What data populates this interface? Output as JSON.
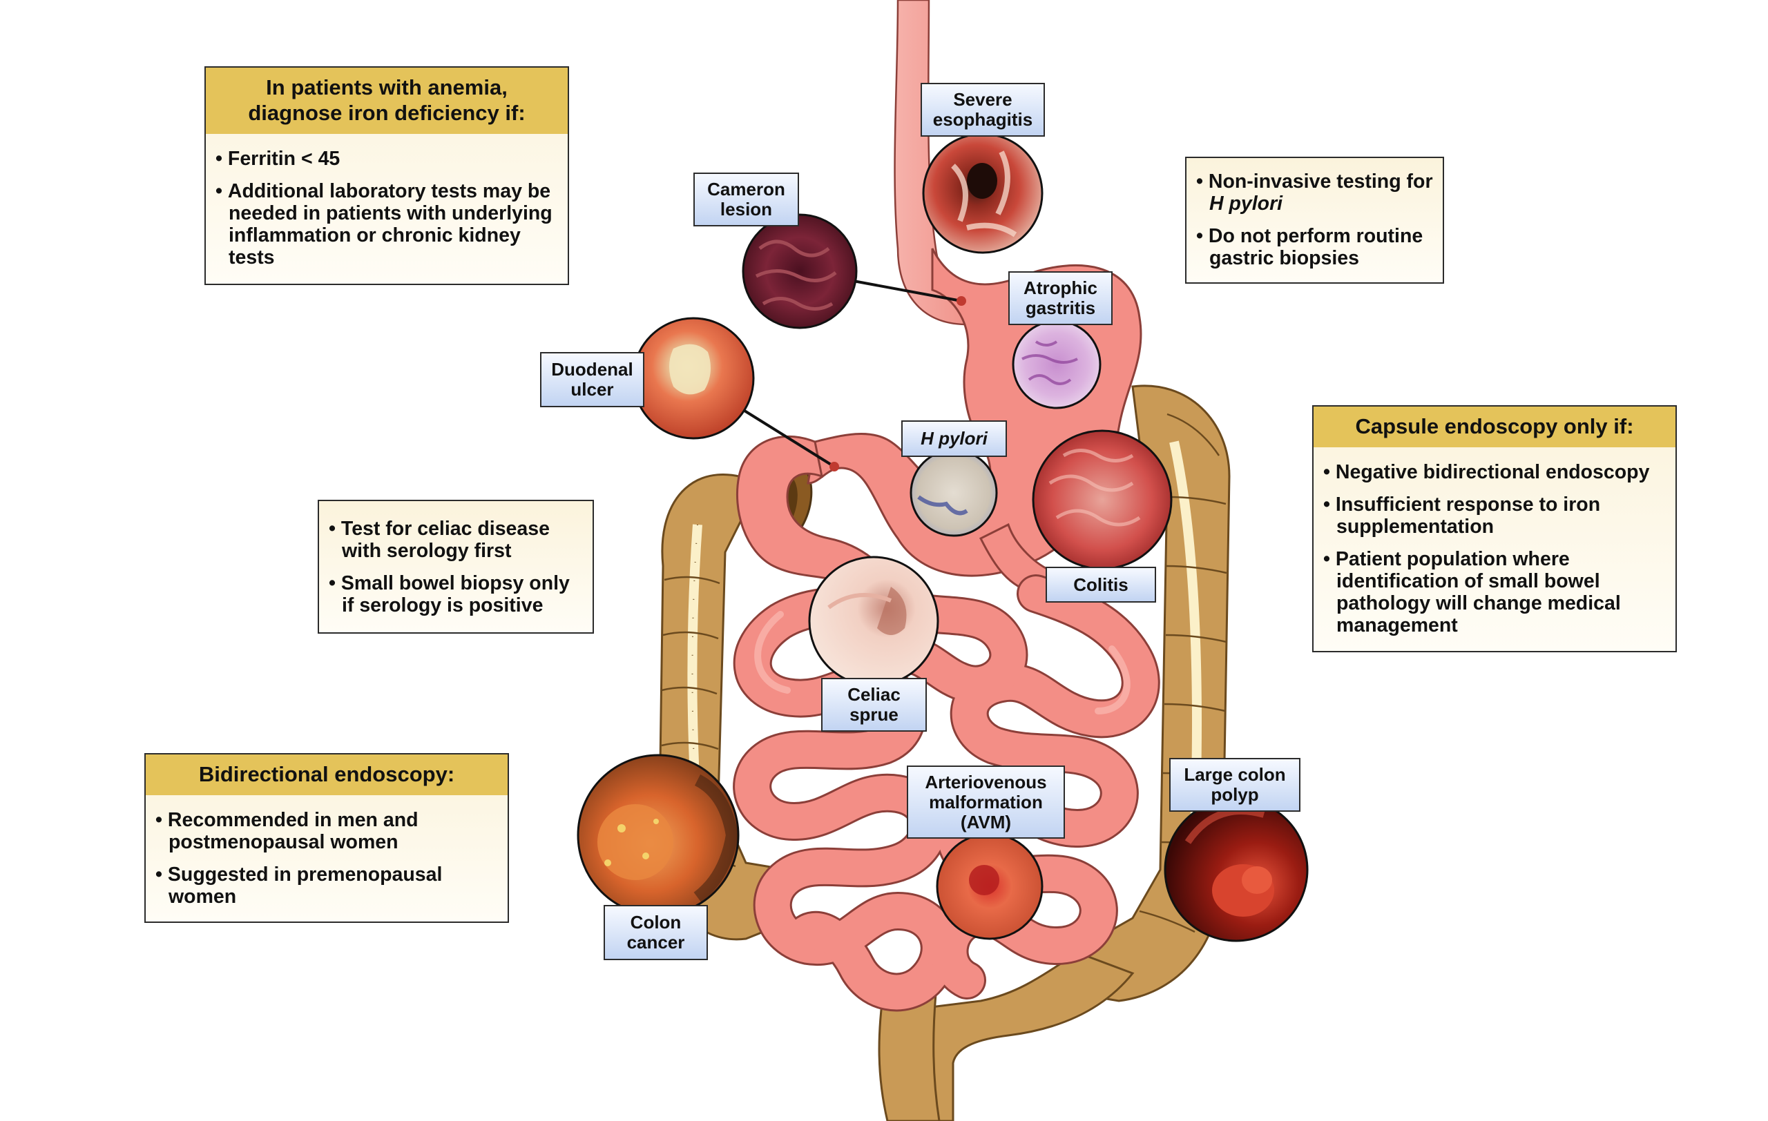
{
  "boxes": {
    "anemia": {
      "title_line1": "In patients with anemia,",
      "title_line2": "diagnose iron deficiency if:",
      "items": [
        "Ferritin < 45",
        "Additional laboratory tests may be needed in patients with underlying inflammation or chronic kidney tests"
      ]
    },
    "hpylori_testing": {
      "item1_pre": "Non-invasive testing for ",
      "item1_em": "H pylori",
      "item2": "Do not perform routine gastric biopsies"
    },
    "celiac": {
      "items": [
        "Test for celiac disease with serology first",
        "Small bowel biopsy only if serology is positive"
      ]
    },
    "bidirectional": {
      "title": "Bidirectional endoscopy:",
      "items": [
        "Recommended in men and postmenopausal women",
        "Suggested in premenopausal women"
      ]
    },
    "capsule": {
      "title": "Capsule endoscopy only if:",
      "items": [
        "Negative bidirectional endoscopy",
        "Insufficient response to iron supplementation",
        "Patient population where identification of small bowel pathology will change medical management"
      ]
    }
  },
  "labels": {
    "severe_esophagitis": [
      "Severe",
      "esophagitis"
    ],
    "cameron_lesion": [
      "Cameron",
      "lesion"
    ],
    "atrophic_gastritis": [
      "Atrophic",
      "gastritis"
    ],
    "duodenal_ulcer": [
      "Duodenal",
      "ulcer"
    ],
    "h_pylori": [
      "H pylori"
    ],
    "colitis": [
      "Colitis"
    ],
    "celiac_sprue": [
      "Celiac",
      "sprue"
    ],
    "avm": [
      "Arteriovenous",
      "malformation",
      "(AVM)"
    ],
    "large_colon_polyp": [
      "Large colon",
      "polyp"
    ],
    "colon_cancer": [
      "Colon",
      "cancer"
    ]
  },
  "colors": {
    "gut_pink": "#f38e86",
    "gut_outline": "#8c3f39",
    "colon_tan": "#c99a56",
    "colon_band": "#fbf0c9",
    "header_gold": "#e4c35a",
    "label_blue": "#c2d4f2"
  },
  "images": [
    {
      "name": "severe-esophagitis-endoscopy-image",
      "kind": "esophagitis"
    },
    {
      "name": "cameron-lesion-endoscopy-image",
      "kind": "cameron"
    },
    {
      "name": "atrophic-gastritis-histology-image",
      "kind": "histology"
    },
    {
      "name": "duodenal-ulcer-endoscopy-image",
      "kind": "ulcer"
    },
    {
      "name": "h-pylori-histology-image",
      "kind": "hpylori"
    },
    {
      "name": "colitis-endoscopy-image",
      "kind": "colitis"
    },
    {
      "name": "celiac-sprue-endoscopy-image",
      "kind": "celiac"
    },
    {
      "name": "avm-endoscopy-image",
      "kind": "avm"
    },
    {
      "name": "colon-cancer-endoscopy-image",
      "kind": "cancer"
    },
    {
      "name": "large-colon-polyp-endoscopy-image",
      "kind": "polyp"
    }
  ]
}
